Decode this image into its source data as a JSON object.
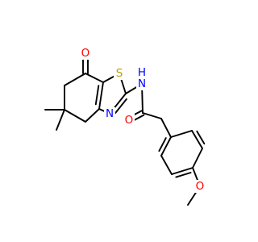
{
  "molecule": {
    "atoms": {
      "O_ketone": {
        "symbol": "O",
        "color": "#ff0000"
      },
      "S_thiazole": {
        "symbol": "S",
        "color": "#b8a000"
      },
      "N_amide": {
        "symbol": "N",
        "color": "#0000ff"
      },
      "H_amide": {
        "symbol": "H",
        "color": "#0000ff"
      },
      "N_thiazole": {
        "symbol": "N",
        "color": "#0000ff"
      },
      "O_amide": {
        "symbol": "O",
        "color": "#ff0000"
      },
      "O_methoxy": {
        "symbol": "O",
        "color": "#ff0000"
      }
    },
    "bond_color": "#000000"
  }
}
